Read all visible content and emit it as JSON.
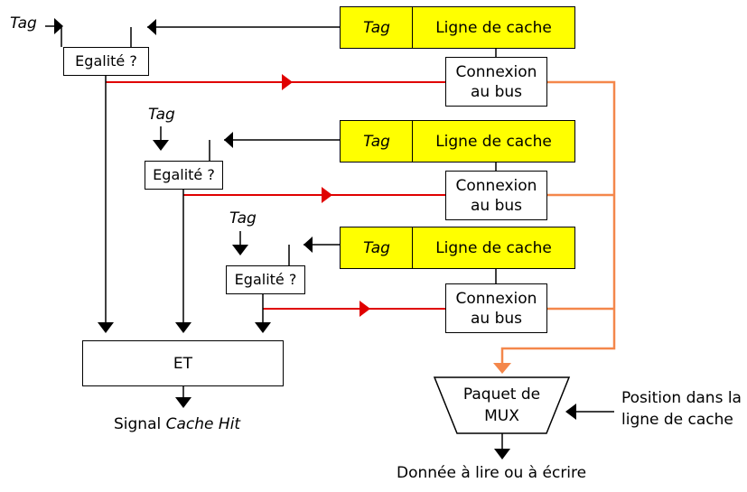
{
  "colors": {
    "line": "#000000",
    "red_line": "#e00000",
    "orange_line": "#f4874b",
    "yellow_fill": "#ffff00"
  },
  "labels": {
    "tag": "Tag",
    "cache_line": "Ligne de cache",
    "compare": "Egalité ?",
    "bus_connection_1": "Connexion",
    "bus_connection_2": "au bus",
    "and_gate": "ET",
    "signal_prefix": "Signal",
    "signal_name": "Cache Hit",
    "mux_1": "Paquet de",
    "mux_2": "MUX",
    "position_1": "Position dans la",
    "position_2": "ligne de cache",
    "output": "Donnée à lire ou à écrire"
  }
}
